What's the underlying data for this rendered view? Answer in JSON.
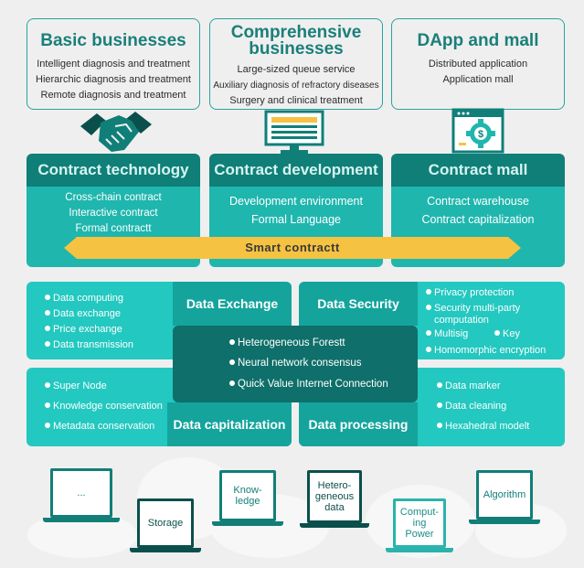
{
  "top": [
    {
      "title": "Basic businesses",
      "lines": [
        "Intelligent diagnosis and treatment",
        "Hierarchic diagnosis and treatment",
        "Remote diagnosis and treatment"
      ]
    },
    {
      "title": "Comprehensive\nbusinesses",
      "lines": [
        "Large-sized queue service",
        "Auxiliary diagnosis of refractory diseases",
        "Surgery and clinical treatment"
      ]
    },
    {
      "title": "DApp and mall",
      "lines": [
        "Distributed application",
        "Application mall"
      ]
    }
  ],
  "contracts": [
    {
      "title": "Contract technology",
      "lines": [
        "Cross-chain contract",
        "Interactive contract",
        "Formal contractt"
      ]
    },
    {
      "title": "Contract development",
      "lines": [
        "Development environment",
        "Formal Language"
      ]
    },
    {
      "title": "Contract mall",
      "lines": [
        "Contract warehouse",
        "Contract capitalization"
      ]
    }
  ],
  "smart_contract_label": "Smart contractt",
  "data_exchange": {
    "label": "Data Exchange",
    "items": [
      "Data computing",
      "Data exchange",
      "Price exchange",
      "Data transmission"
    ]
  },
  "data_security": {
    "label": "Data Security",
    "items": [
      "Privacy protection",
      "Security multi-party",
      "computation",
      "Multisig",
      "Key",
      "Homomorphic encryption"
    ]
  },
  "data_capitalization": {
    "label": "Data capitalization",
    "items": [
      "Super Node",
      "Knowledge conservation",
      "Metadata conservation"
    ]
  },
  "data_processing": {
    "label": "Data processing",
    "items": [
      "Data marker",
      "Data cleaning",
      "Hexahedral modelt"
    ]
  },
  "center": [
    "Heterogeneous Forestt",
    "Neural network consensus",
    "Quick Value Internet Connection"
  ],
  "laptops": [
    "...",
    "Storage",
    "Know-\nledge",
    "Hetero-\ngeneous\ndata",
    "Comput-\ning\nPower",
    "Algorithm"
  ],
  "colors": {
    "accent_dark": "#0f7f78",
    "accent": "#1fb6ae",
    "accent_light": "#23c8c0",
    "arrow": "#f5c242"
  }
}
